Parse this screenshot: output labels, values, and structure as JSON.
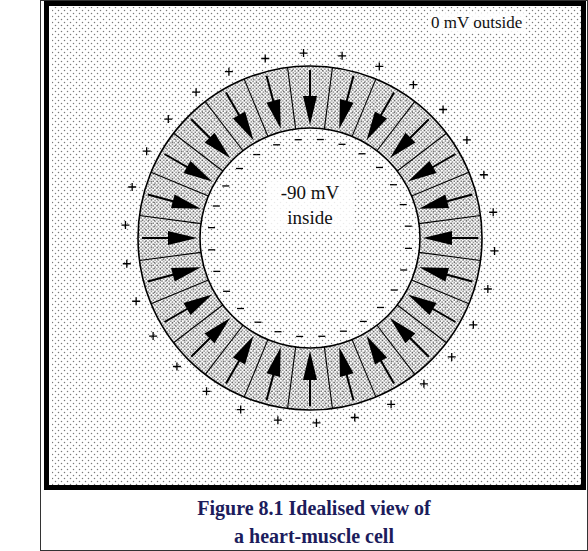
{
  "diagram": {
    "caption": "Figure 8.1 Idealised view of a heart-muscle cell",
    "nodes": [
      {
        "text": [
          "-90 mV inside"
        ]
      }
    ],
    "labels": [
      "0 mV outside"
    ]
  }
}
